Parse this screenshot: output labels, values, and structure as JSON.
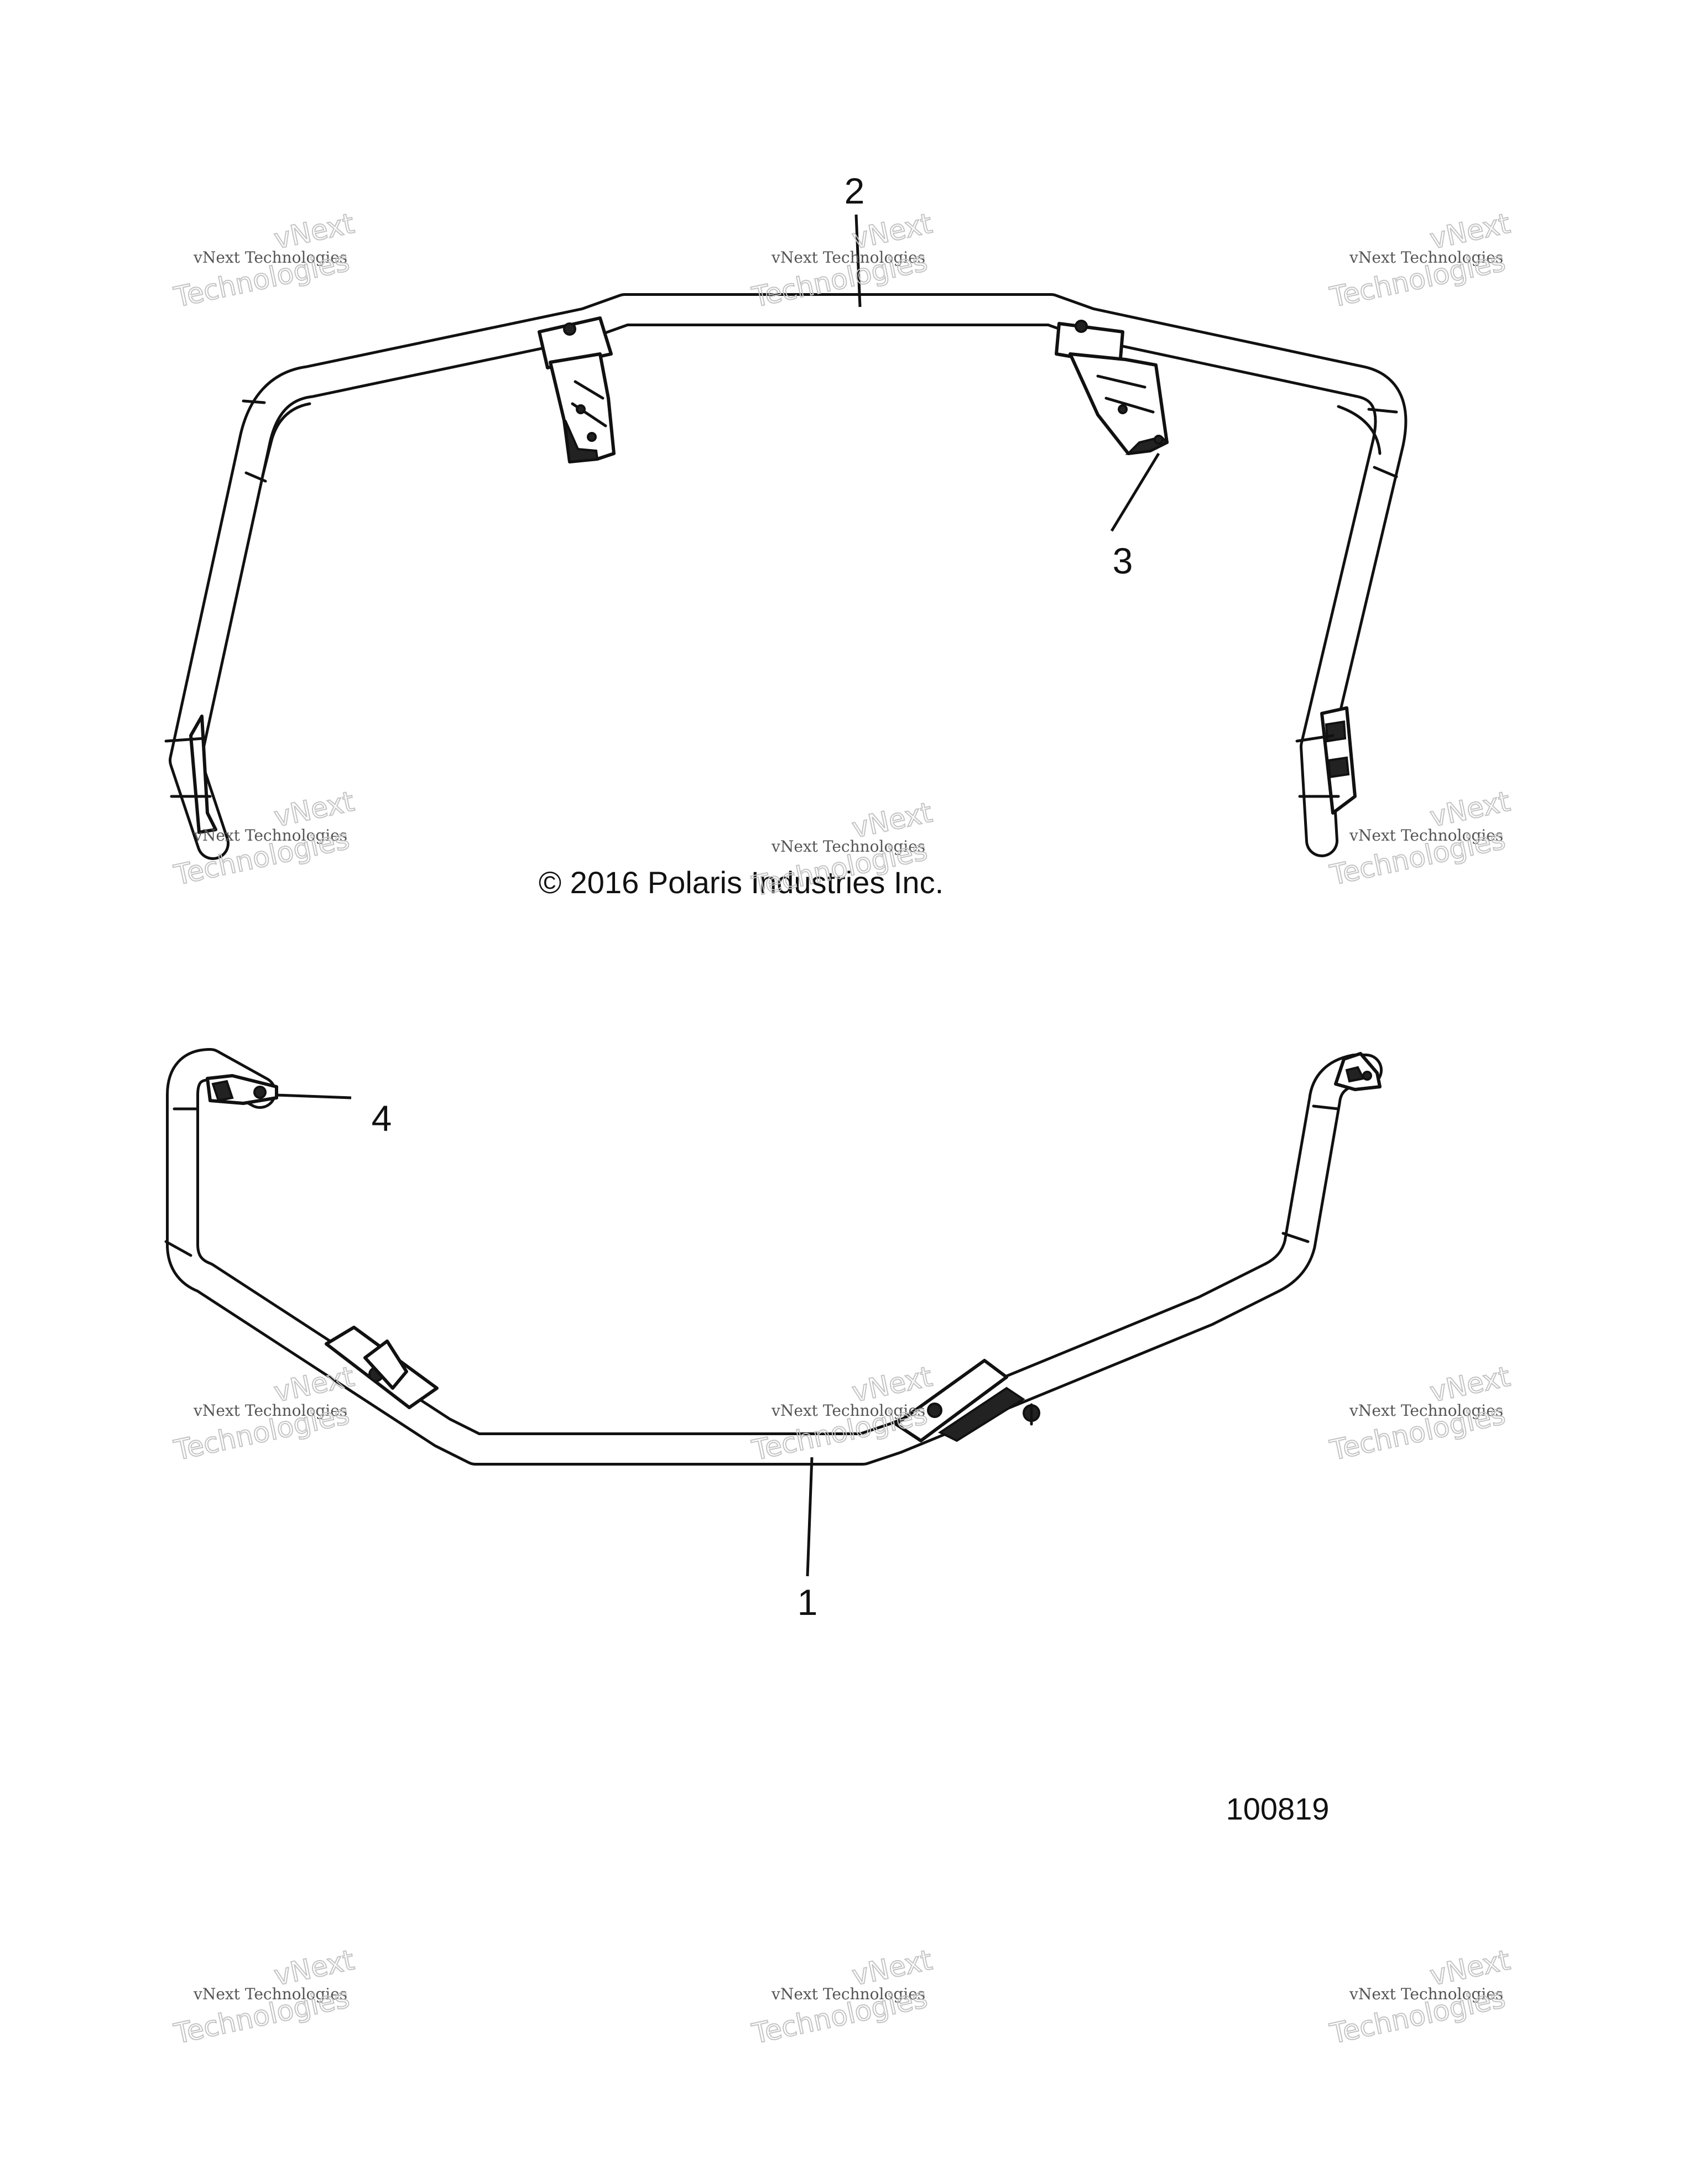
{
  "copyright": "© 2016 Polaris Industries Inc.",
  "document_number": "100819",
  "watermark": {
    "line1": "vNext",
    "line2": "vNext Technologies",
    "line3": "Technologies"
  },
  "callouts": [
    {
      "id": "1",
      "label": "1"
    },
    {
      "id": "2",
      "label": "2"
    },
    {
      "id": "3",
      "label": "3"
    },
    {
      "id": "4",
      "label": "4"
    }
  ]
}
